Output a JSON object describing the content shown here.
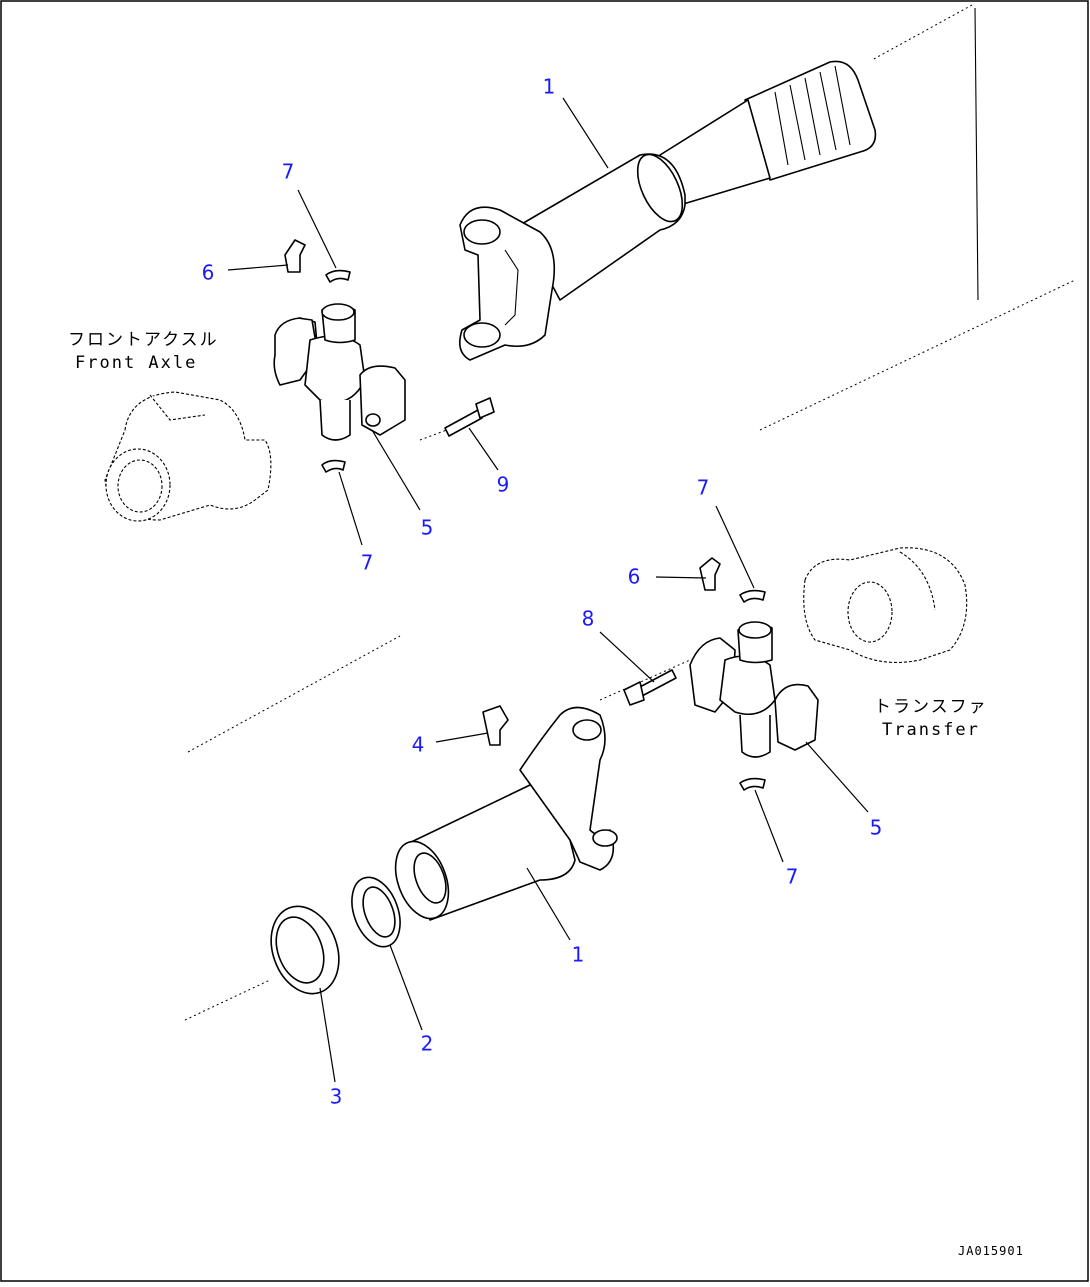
{
  "labels": {
    "front_axle_jp": "フロントアクスル",
    "front_axle_en": "Front Axle",
    "transfer_jp": "トランスファ",
    "transfer_en": "Transfer"
  },
  "drawing_number": "JA015901",
  "callouts": {
    "shaft_upper": "1",
    "shaft_lower": "1",
    "dust_seal": "2",
    "seal_cap": "3",
    "grease_fitting_lower": "4",
    "spider_front": "5",
    "spider_rear": "5",
    "grease_fitting_front": "6",
    "grease_fitting_rear": "6",
    "snap_ring_front_top": "7",
    "snap_ring_front_bottom": "7",
    "snap_ring_rear_top": "7",
    "snap_ring_rear_bottom": "7",
    "bolt_rear": "8",
    "bolt_front": "9"
  }
}
